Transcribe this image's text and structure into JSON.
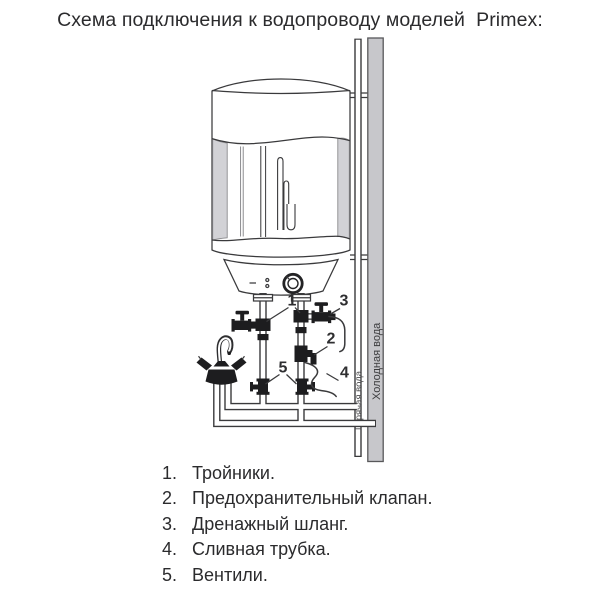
{
  "title": "Схема подключения к водопроводу моделей  Primex:",
  "diagram": {
    "pipe_labels": {
      "hot": "Горячая вода",
      "cold": "Холодная вода"
    },
    "callouts": {
      "c1": "1",
      "c2": "2",
      "c3": "3",
      "c4": "4",
      "c5": "5"
    },
    "colors": {
      "line": "#3a3a3c",
      "fitting_black": "#1d1d1f",
      "cold_pipe_gray": "#c7c7cb",
      "tank_wall_gray": "#d2d2d6",
      "text": "#2b2b2d"
    }
  },
  "legend": {
    "items": [
      {
        "number": "1.",
        "text": "Тройники."
      },
      {
        "number": "2.",
        "text": "Предохранительный клапан."
      },
      {
        "number": "3.",
        "text": "Дренажный шланг."
      },
      {
        "number": "4.",
        "text": "Сливная трубка."
      },
      {
        "number": "5.",
        "text": "Вентили."
      }
    ]
  }
}
